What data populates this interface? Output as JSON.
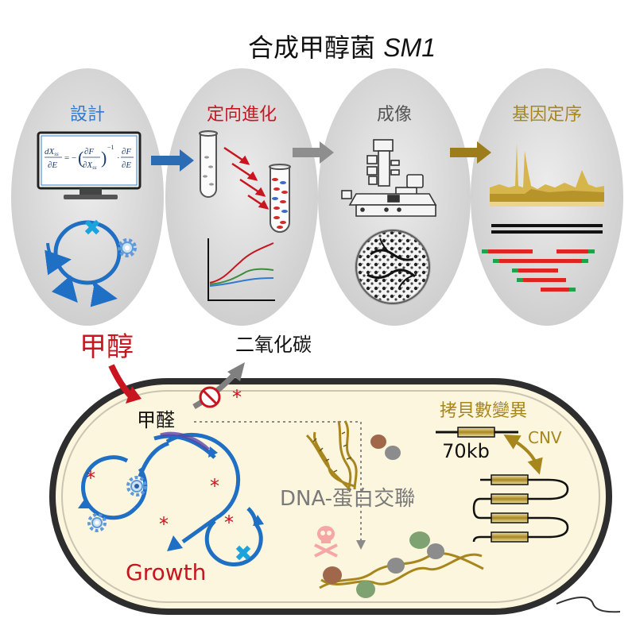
{
  "title": {
    "zh": "合成甲醇菌 ",
    "italic": "SM1"
  },
  "stages": [
    {
      "label": "設計"
    },
    {
      "label": "定向進化"
    },
    {
      "label": "成像"
    },
    {
      "label": "基因定序"
    }
  ],
  "equation": {
    "lhs_num": "dX",
    "lhs_num_sub": "ss",
    "lhs_den": "∂E",
    "mid": "= −",
    "jac_num": "∂F",
    "jac_den": "∂X",
    "jac_den_sub": "ss",
    "inv": "−1",
    "rhs_num": "∂F",
    "rhs_den": "∂E"
  },
  "labels": {
    "methanol": "甲醇",
    "co2": "二氧化碳",
    "formaldehyde": "甲醛",
    "growth": "Growth",
    "dna_protein": "DNA-蛋白交聯",
    "copy_number": "拷貝數變異",
    "cnv": "CNV",
    "size": "70kb",
    "asterisk": "*"
  },
  "colors": {
    "design_blue": "#2f7bd1",
    "evolution_red": "#c8151f",
    "imaging_gray": "#555555",
    "sequencing_gold": "#a8861e",
    "cycle_blue": "#1f6fc4",
    "cell_fill": "#fbf6dd",
    "panel_gray": "#dcdcdc"
  }
}
